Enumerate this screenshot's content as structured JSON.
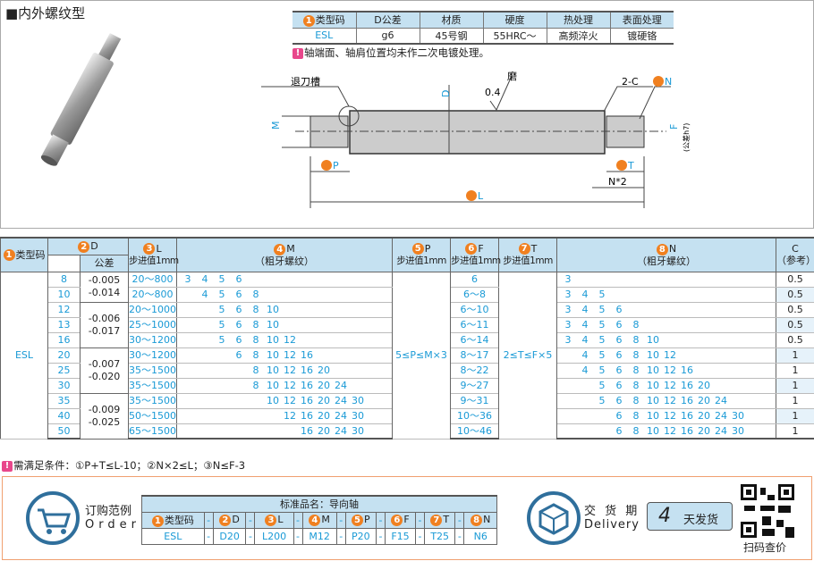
{
  "title": "■内外螺纹型",
  "spec": {
    "headers": [
      "类型码",
      "D公差",
      "材质",
      "硬度",
      "热处理",
      "表面处理"
    ],
    "values": [
      "ESL",
      "g6",
      "45号钢",
      "55HRC～",
      "高频淬火",
      "镀硬铬"
    ]
  },
  "spec_note": "轴端面、轴肩位置均未作二次电镀处理。",
  "drawing": {
    "groove": "退刀槽",
    "grind": "磨",
    "roughness": "0.4",
    "chamfer": "2-C",
    "n2": "N*2",
    "tolerance_h7": "(公差h7)",
    "labels": {
      "D": "D",
      "M": "M",
      "P": "P",
      "L": "L",
      "T": "T",
      "F": "F",
      "N": "N"
    }
  },
  "table": {
    "headers": {
      "type": "类型码",
      "D": "D",
      "tol": "公差",
      "L": "L",
      "step": "步进值1mm",
      "M": "M",
      "coarse": "（粗牙螺纹）",
      "P": "P",
      "F": "F",
      "T": "T",
      "N": "N",
      "C": "C",
      "ref": "（参考）"
    },
    "type": "ESL",
    "P_range": "5≤P≤M×3",
    "T_range": "2≤T≤F×5",
    "slots": [
      "3",
      "4",
      "5",
      "6",
      "8",
      "10",
      "12",
      "16",
      "20",
      "24",
      "30"
    ],
    "tol_groups": [
      {
        "rows": 2,
        "upper": "-0.005",
        "lower": "-0.014"
      },
      {
        "rows": 3,
        "upper": "-0.006",
        "lower": "-0.017"
      },
      {
        "rows": 3,
        "upper": "-0.007",
        "lower": "-0.020"
      },
      {
        "rows": 3,
        "upper": "-0.009",
        "lower": "-0.025"
      }
    ],
    "rows": [
      {
        "D": "8",
        "L": "20～800",
        "M": [
          "3",
          "4",
          "5",
          "6"
        ],
        "F": "6",
        "N": [
          "3"
        ],
        "C": "0.5"
      },
      {
        "D": "10",
        "L": "20～800",
        "M": [
          "4",
          "5",
          "6",
          "8"
        ],
        "F": "6～8",
        "N": [
          "3",
          "4",
          "5"
        ],
        "C": "0.5"
      },
      {
        "D": "12",
        "L": "20～1000",
        "M": [
          "5",
          "6",
          "8",
          "10"
        ],
        "F": "6～10",
        "N": [
          "3",
          "4",
          "5",
          "6"
        ],
        "C": "0.5"
      },
      {
        "D": "13",
        "L": "25～1000",
        "M": [
          "5",
          "6",
          "8",
          "10"
        ],
        "F": "6～11",
        "N": [
          "3",
          "4",
          "5",
          "6",
          "8"
        ],
        "C": "0.5"
      },
      {
        "D": "16",
        "L": "30～1200",
        "M": [
          "5",
          "6",
          "8",
          "10",
          "12"
        ],
        "F": "6～14",
        "N": [
          "3",
          "4",
          "5",
          "6",
          "8",
          "10"
        ],
        "C": "0.5"
      },
      {
        "D": "20",
        "L": "30～1200",
        "M": [
          "6",
          "8",
          "10",
          "12",
          "16"
        ],
        "F": "8～17",
        "N": [
          "4",
          "5",
          "6",
          "8",
          "10",
          "12"
        ],
        "C": "1"
      },
      {
        "D": "25",
        "L": "35～1500",
        "M": [
          "8",
          "10",
          "12",
          "16",
          "20"
        ],
        "F": "8～22",
        "N": [
          "4",
          "5",
          "6",
          "8",
          "10",
          "12",
          "16"
        ],
        "C": "1"
      },
      {
        "D": "30",
        "L": "35～1500",
        "M": [
          "8",
          "10",
          "12",
          "16",
          "20",
          "24"
        ],
        "F": "9～27",
        "N": [
          "5",
          "6",
          "8",
          "10",
          "12",
          "16",
          "20"
        ],
        "C": "1"
      },
      {
        "D": "35",
        "L": "35～1500",
        "M": [
          "10",
          "12",
          "16",
          "20",
          "24",
          "30"
        ],
        "F": "9～31",
        "N": [
          "5",
          "6",
          "8",
          "10",
          "12",
          "16",
          "20",
          "24"
        ],
        "C": "1"
      },
      {
        "D": "40",
        "L": "50～1500",
        "M": [
          "12",
          "16",
          "20",
          "24",
          "30"
        ],
        "F": "10～36",
        "N": [
          "6",
          "8",
          "10",
          "12",
          "16",
          "20",
          "24",
          "30"
        ],
        "C": "1"
      },
      {
        "D": "50",
        "L": "65～1500",
        "M": [
          "16",
          "20",
          "24",
          "30"
        ],
        "F": "10～46",
        "N": [
          "6",
          "8",
          "10",
          "12",
          "16",
          "20",
          "24",
          "30"
        ],
        "C": "1"
      }
    ]
  },
  "condition_note": "需满足条件：①P+T≤L-10；②N×2≤L；③N≤F-3",
  "order": {
    "label_cn": "订购范例",
    "label_en": "Order",
    "std_name": "标准品名：导向轴",
    "cols": [
      "类型码",
      "D",
      "L",
      "M",
      "P",
      "F",
      "T",
      "N"
    ],
    "values": [
      "ESL",
      "D20",
      "L200",
      "M12",
      "P20",
      "F15",
      "T25",
      "N6"
    ],
    "sep": "-"
  },
  "delivery": {
    "label_cn": "交 货 期",
    "label_en": "Delivery",
    "days": "4",
    "unit": "天发货"
  },
  "qr_label": "扫码查价",
  "colors": {
    "accent": "#1a9ad6",
    "header_bg": "#c5e1f1",
    "badge": "#f08020",
    "warn": "#e8478b",
    "order_border": "#f0a070"
  }
}
